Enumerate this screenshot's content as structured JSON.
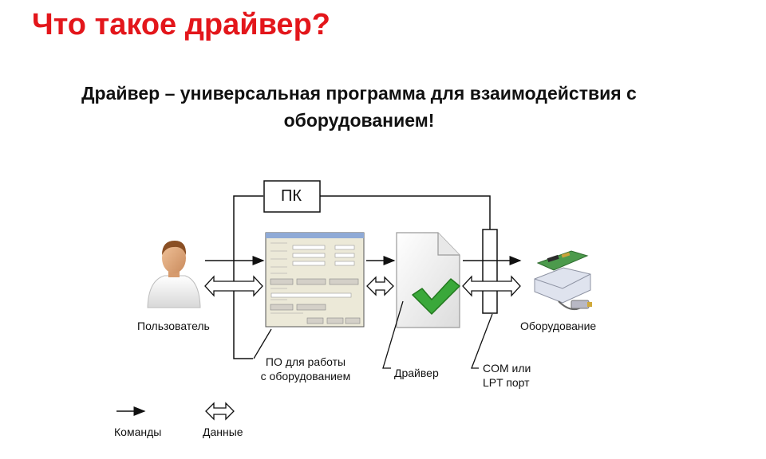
{
  "title": "Что такое драйвер?",
  "subtitle": "Драйвер – универсальная программа для взаимодействия с оборудованием!",
  "diagram": {
    "pc_label": "ПК",
    "user_label": "Пользователь",
    "hardware_label": "Оборудование",
    "software_label_line1": "ПО для работы",
    "software_label_line2": "с оборудованием",
    "driver_label": "Драйвер",
    "port_label_line1": "COM или",
    "port_label_line2": "LPT порт"
  },
  "legend": {
    "commands_label": "Команды",
    "data_label": "Данные"
  },
  "colors": {
    "title": "#e3161b",
    "checkmark": "#3aa83a",
    "line": "#111111"
  }
}
